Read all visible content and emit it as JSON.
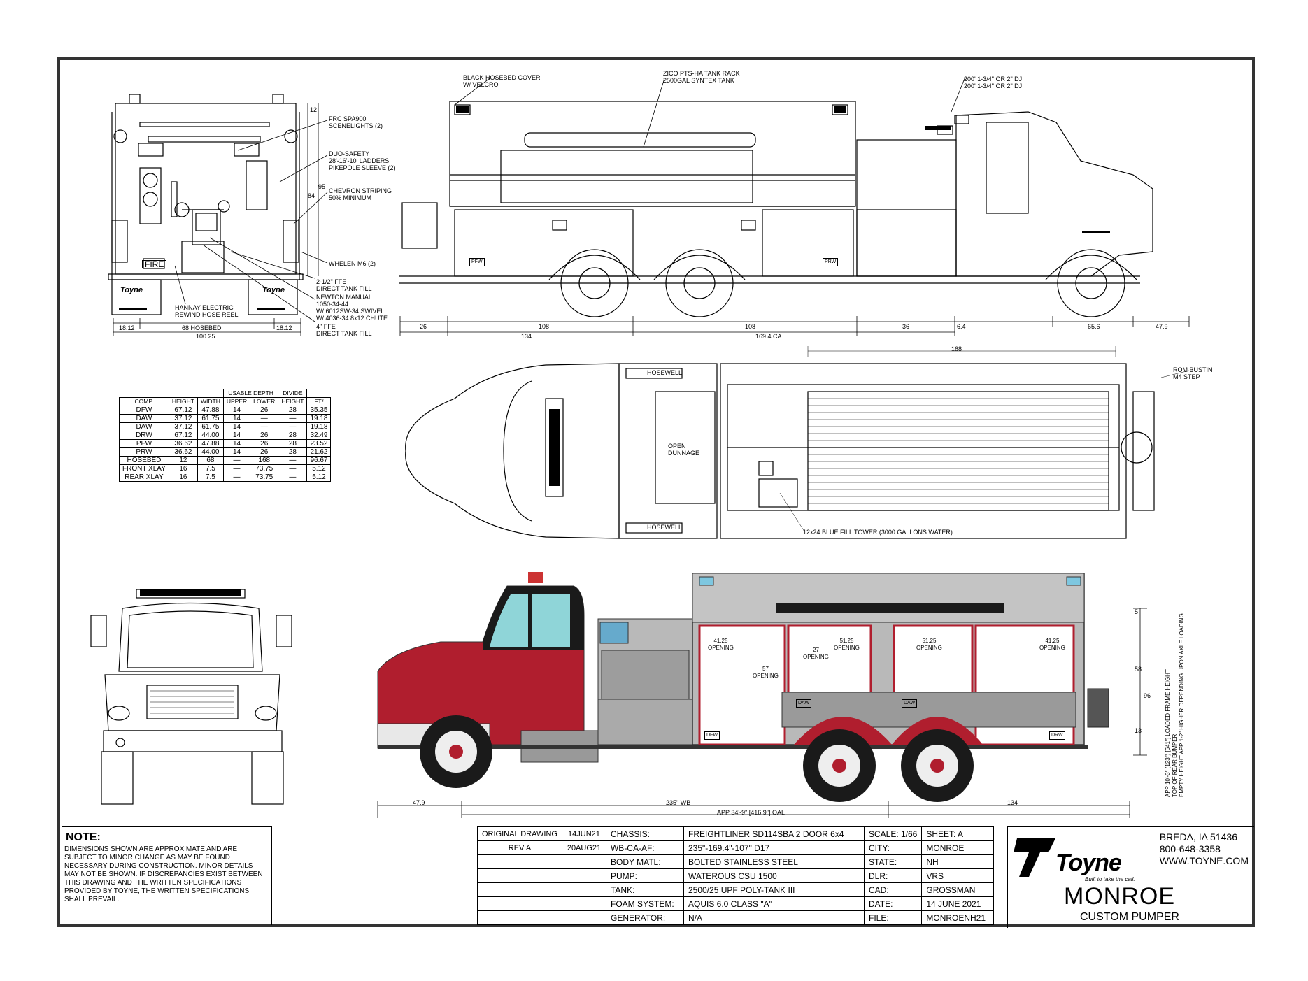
{
  "callouts": {
    "frc": "FRC SPA900\nSCENELIGHTS (2)",
    "duo": "DUO-SAFETY\n28'-16'-10' LADDERS\nPIKEPOLE SLEEVE (2)",
    "chevron": "CHEVRON STRIPING\n50% MINIMUM",
    "whelen": "WHELEN M6 (2)",
    "ffe212": "2-1/2\" FFE\nDIRECT TANK FILL",
    "newton": "NEWTON MANUAL\n1050-34-44\nW/ 6012SW-34 SWIVEL\nW/ 4036-34 8x12 CHUTE",
    "ffe4": "4\" FFE\nDIRECT TANK FILL",
    "hannay": "HANNAY ELECTRIC\nREWIND HOSE REEL",
    "hosebed_cover": "BLACK HOSEBED COVER\nW/ VELCRO",
    "tank_rack": "ZICO PTS-HA TANK RACK\n2500GAL SYNTEX TANK",
    "dj": "200' 1-3/4\" OR 2\" DJ\n200' 1-3/4\" OR 2\" DJ",
    "robinson": "ROM BUSTIN\nM4 STEP",
    "hosewell": "HOSEWELL",
    "open_dunnage": "OPEN\nDUNNAGE",
    "fill_tower": "12x24 BLUE FILL TOWER (3000 GALLONS WATER)",
    "fire": "FIRE",
    "toyne": "Toyne",
    "frame_height": "APP 10'-3\" (123\") [641\"] LOADED FRAME HEIGHT\nTOP OF REAR BUMPER\nEMPTY HEIGHT APP 1-2\" HIGHER DEPENDING UPON AXLE LOADING"
  },
  "rear_dims": {
    "d1": "18.12",
    "d2": "68 HOSEBED",
    "d3": "18.12",
    "d4": "100.25",
    "h1": "12",
    "h2": "95",
    "h3": "84"
  },
  "side_dims": [
    "26",
    "134",
    "108",
    "108",
    "169.4 CA",
    "36",
    "6.4",
    "65.6",
    "47.9"
  ],
  "top_dims": {
    "length": "168"
  },
  "color_dims": {
    "bottom": [
      "47.9",
      "235\" WB",
      "APP 34'-9\" [416.9\"] OAL",
      "134"
    ],
    "openings": [
      "41.25\nOPENING",
      "27\nOPENING",
      "51.25\nOPENING",
      "51.25\nOPENING",
      "41.25\nOPENING",
      "57\nOPENING"
    ],
    "right": [
      "5",
      "58",
      "96",
      "13"
    ],
    "badges": [
      "DFW",
      "DAW",
      "DAW",
      "DRW",
      "PFW",
      "PRW"
    ]
  },
  "comp_table": {
    "group_headers": [
      "USABLE DEPTH",
      "DIVIDE"
    ],
    "headers": [
      "COMP.",
      "HEIGHT",
      "WIDTH",
      "UPPER",
      "LOWER",
      "HEIGHT",
      "FT³"
    ],
    "rows": [
      [
        "DFW",
        "67.12",
        "47.88",
        "14",
        "26",
        "28",
        "35.35"
      ],
      [
        "DAW",
        "37.12",
        "61.75",
        "14",
        "—",
        "—",
        "19.18"
      ],
      [
        "DAW",
        "37.12",
        "61.75",
        "14",
        "—",
        "—",
        "19.18"
      ],
      [
        "DRW",
        "67.12",
        "44.00",
        "14",
        "26",
        "28",
        "32.49"
      ],
      [
        "PFW",
        "36.62",
        "47.88",
        "14",
        "26",
        "28",
        "23.52"
      ],
      [
        "PRW",
        "36.62",
        "44.00",
        "14",
        "26",
        "28",
        "21.62"
      ],
      [
        "HOSEBED",
        "12",
        "68",
        "—",
        "168",
        "—",
        "96.67"
      ],
      [
        "FRONT XLAY",
        "16",
        "7.5",
        "—",
        "73.75",
        "—",
        "5.12"
      ],
      [
        "REAR XLAY",
        "16",
        "7.5",
        "—",
        "73.75",
        "—",
        "5.12"
      ]
    ]
  },
  "note": {
    "title": "NOTE:",
    "body": "DIMENSIONS SHOWN ARE APPROXIMATE AND ARE SUBJECT TO MINOR CHANGE AS MAY BE FOUND NECESSARY DURING CONSTRUCTION. MINOR DETAILS MAY NOT BE SHOWN. IF DISCREPANCIES EXIST BETWEEN THIS DRAWING AND THE WRITTEN SPECIFICATIONS PROVIDED BY TOYNE, THE WRITTEN SPECIFICATIONS SHALL PREVAIL."
  },
  "title_block": {
    "rows": [
      [
        "ORIGINAL DRAWING",
        "14JUN21",
        "CHASSIS:",
        "FREIGHTLINER SD114SBA 2 DOOR 6x4",
        "SCALE:  1/66",
        "SHEET: A"
      ],
      [
        "REV A",
        "20AUG21",
        "WB-CA-AF:",
        "235\"-169.4\"-107\"  D17",
        "CITY:",
        "MONROE"
      ],
      [
        "",
        "",
        "BODY MATL:",
        "BOLTED STAINLESS STEEL",
        "STATE:",
        "NH"
      ],
      [
        "",
        "",
        "PUMP:",
        "WATEROUS CSU 1500",
        "DLR:",
        "VRS"
      ],
      [
        "",
        "",
        "TANK:",
        "2500/25 UPF POLY-TANK III",
        "CAD:",
        "GROSSMAN"
      ],
      [
        "",
        "",
        "FOAM SYSTEM:",
        "AQUIS 6.0 CLASS \"A\"",
        "DATE:",
        "14 JUNE  2021"
      ],
      [
        "",
        "",
        "GENERATOR:",
        "N/A",
        "FILE:",
        "MONROENH21"
      ]
    ]
  },
  "brand": {
    "logo": "Toyne",
    "tagline": "Built to take the call.",
    "address": [
      "BREDA, IA 51436",
      "800-648-3358",
      "WWW.TOYNE.COM"
    ],
    "name": "MONROE",
    "subtitle": "CUSTOM PUMPER"
  },
  "colors": {
    "red": "#b01e2e",
    "cab_black": "#1a1a1a",
    "body_gray": "#b9b9b9",
    "glass": "#8fd5d8",
    "frame": "#333333"
  }
}
